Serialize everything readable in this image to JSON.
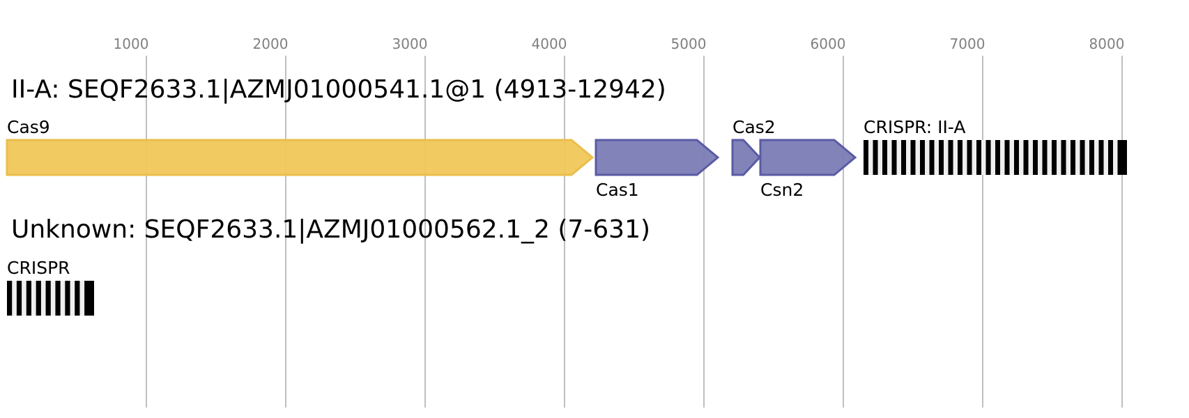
{
  "chart_data": {
    "type": "gene-map",
    "axis": {
      "ticks": [
        1000,
        2000,
        3000,
        4000,
        5000,
        6000,
        7000,
        8000
      ],
      "tick_labels": [
        "1000",
        "2000",
        "3000",
        "4000",
        "5000",
        "6000",
        "7000",
        "8000"
      ],
      "range": [
        0,
        8400
      ],
      "grid": true
    },
    "loci": [
      {
        "title": "II-A: SEQF2633.1|AZMJ01000541.1@1 (4913-12942)",
        "features": [
          {
            "name": "Cas9",
            "type": "gene",
            "start": 0,
            "end": 4200,
            "strand": "+",
            "color": "#f0c75a",
            "stroke": "#ebbd4b",
            "label_pos": "above"
          },
          {
            "name": "Cas1",
            "type": "gene",
            "start": 4225,
            "end": 5100,
            "strand": "+",
            "color": "#7b7cb5",
            "stroke": "#5a5ba5",
            "label_pos": "below"
          },
          {
            "name": "Cas2",
            "type": "gene",
            "start": 5205,
            "end": 5400,
            "strand": "+",
            "color": "#7b7cb5",
            "stroke": "#5a5ba5",
            "label_pos": "above"
          },
          {
            "name": "Csn2",
            "type": "gene",
            "start": 5405,
            "end": 6085,
            "strand": "+",
            "color": "#7b7cb5",
            "stroke": "#5a5ba5",
            "label_pos": "below"
          },
          {
            "name": "CRISPR: II-A",
            "type": "crispr",
            "start": 6145,
            "end": 8035,
            "repeats": 28,
            "label_pos": "above"
          }
        ]
      },
      {
        "title": "Unknown: SEQF2633.1|AZMJ01000562.1_2 (7-631)",
        "features": [
          {
            "name": "CRISPR",
            "type": "crispr",
            "start": 0,
            "end": 625,
            "repeats": 9,
            "label_pos": "above"
          }
        ]
      }
    ]
  }
}
